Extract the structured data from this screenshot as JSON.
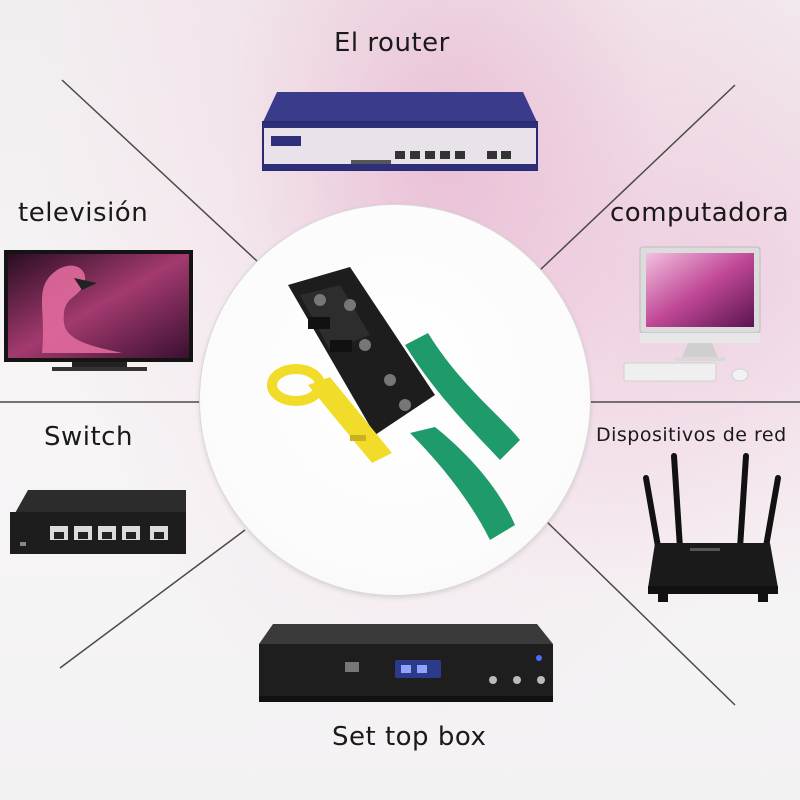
{
  "labels": {
    "router": "El router",
    "tv": "televisión",
    "pc": "computadora",
    "switch": "Switch",
    "network_devices": "Dispositivos de red",
    "set_top_box": "Set top box"
  },
  "colors": {
    "crimper_handle": "#1f9a6a",
    "stripper": "#f2dc2a",
    "router_body": "#2e2f7a",
    "line": "#444444"
  },
  "icons": {
    "center": "crimping-tool-icon",
    "router": "router-device-icon",
    "tv": "television-icon",
    "pc": "computer-icon",
    "switch": "network-switch-icon",
    "network_devices": "wifi-router-icon",
    "set_top_box": "set-top-box-icon"
  }
}
